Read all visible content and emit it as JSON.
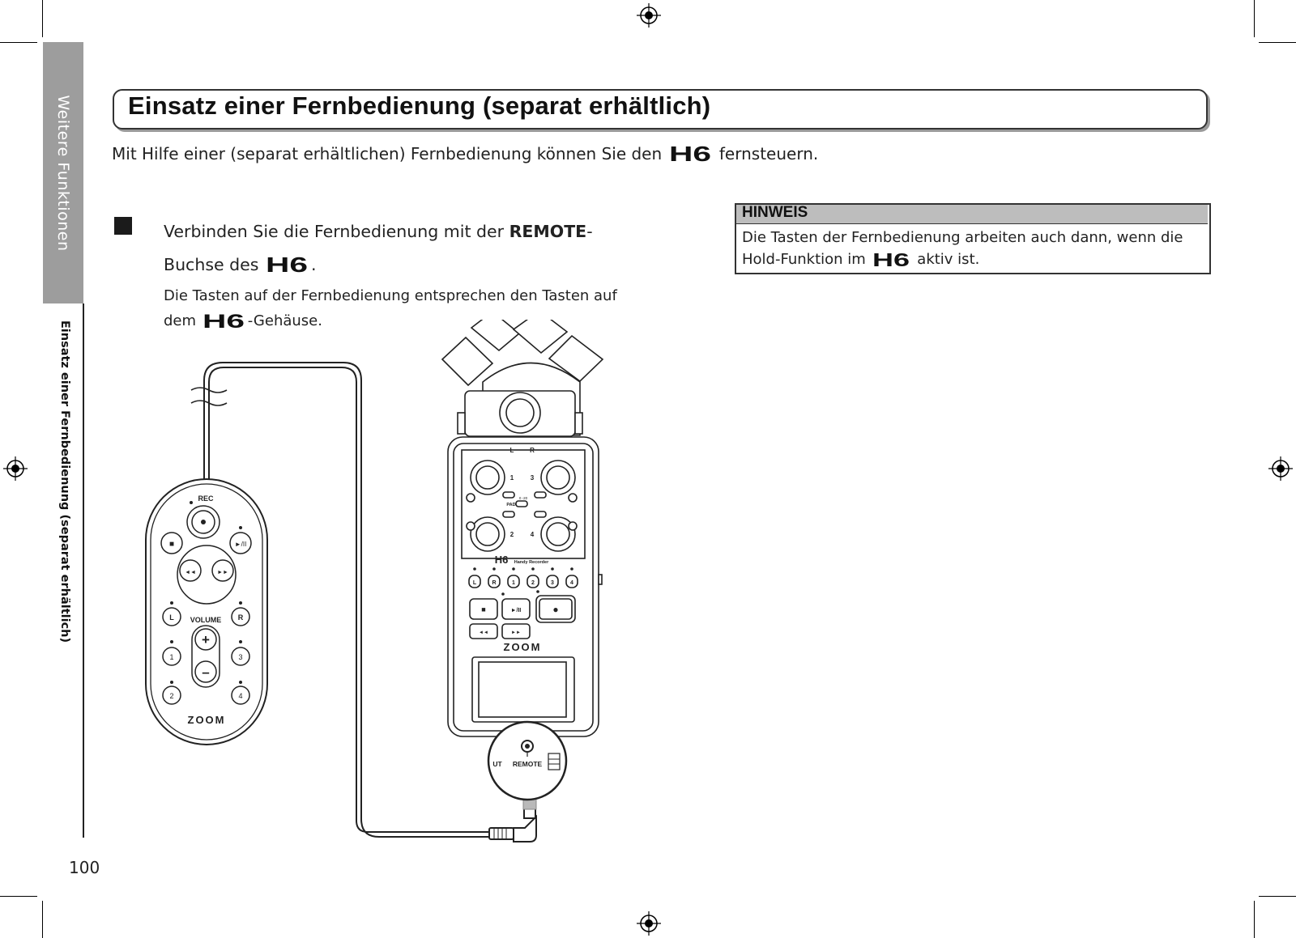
{
  "side_tab": {
    "section": "Weitere Funktionen",
    "topic": "Einsatz einer Fernbedienung (separat erhältlich)"
  },
  "heading": {
    "title": "Einsatz einer Fernbedienung (separat erhältlich)"
  },
  "intro": {
    "before": "Mit Hilfe einer (separat erhältlichen) Fernbedienung können Sie den",
    "logo": "H6",
    "after": "fernsteuern."
  },
  "step": {
    "part1": "Verbinden Sie die Fernbedienung mit der ",
    "bold": "REMOTE",
    "part2": "-Buchse des",
    "logo": "H6",
    "part3": ".",
    "sub1": "Die Tasten auf der Fernbedienung entsprechen den Tasten auf dem",
    "sub_logo": "H6",
    "sub2": "-Gehäuse."
  },
  "note": {
    "title": "HINWEIS",
    "text1": "Die Tasten der Fernbedienung arbeiten auch dann, wenn die Hold-Funktion im",
    "logo": "H6",
    "text2": "aktiv ist."
  },
  "remote": {
    "rec": "REC",
    "stop": "■",
    "play": "►/II",
    "rew": "◄◄",
    "ff": "►►",
    "l": "L",
    "r": "R",
    "volume": "VOLUME",
    "plus": "+",
    "minus": "–",
    "ch1": "1",
    "ch2": "2",
    "ch3": "3",
    "ch4": "4",
    "brand": "ZOOM"
  },
  "recorder": {
    "top_l": "L",
    "top_r": "R",
    "ch1": "1",
    "ch2": "2",
    "ch3": "3",
    "ch4": "4",
    "pad": "PAD",
    "pad_value": "0 -20",
    "model": "H6",
    "model_sub": "Handy Recorder",
    "key_l": "L",
    "key_r": "R",
    "key_1": "1",
    "key_2": "2",
    "key_3": "3",
    "key_4": "4",
    "stop": "■",
    "play": "►/II",
    "rec": "●",
    "rew": "◄◄",
    "ff": "►►",
    "brand": "ZOOM",
    "out_label": "UT",
    "remote_label": "REMOTE"
  },
  "page_number": "100"
}
